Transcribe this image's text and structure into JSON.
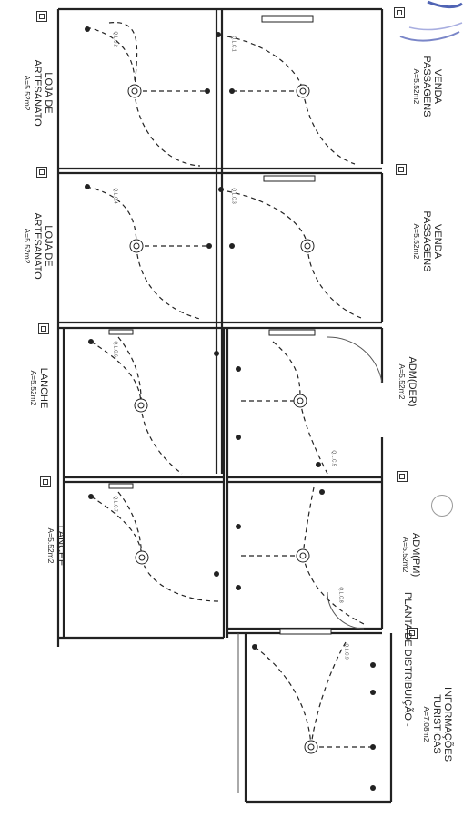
{
  "rooms": [
    {
      "id": "loja1",
      "name": "LOJA DE\nARTESANATO",
      "area": "A=5.52m2"
    },
    {
      "id": "venda1",
      "name": "VENDA\nPASSAGENS",
      "area": "A=5.52m2"
    },
    {
      "id": "loja2",
      "name": "LOJA DE\nARTESANATO",
      "area": "A=5.52m2"
    },
    {
      "id": "venda2",
      "name": "VENDA\nPASSAGENS",
      "area": "A=5.52m2"
    },
    {
      "id": "lanche1",
      "name": "LANCHE",
      "area": "A=5.52m2"
    },
    {
      "id": "adm_der",
      "name": "ADM(DER)",
      "area": "A=5.52m2"
    },
    {
      "id": "lanche2",
      "name": "LANCHE",
      "area": "A=5.52m2"
    },
    {
      "id": "adm_pm",
      "name": "ADM(PM)",
      "area": "A=5.52m2"
    },
    {
      "id": "info",
      "name": "INFORMAÇÕES\nTURISTICAS",
      "area": "A=7.08m2"
    }
  ],
  "title": "PLANTA DE DISTRIBUIÇÃO -",
  "panel_labels": {
    "qlc1": "Q.L.C.1",
    "qlc2": "Q.L.C.2",
    "qlc3": "Q.L.C.3",
    "qlc4": "Q.L.C.4",
    "qlc5": "Q.L.C.5",
    "qlc6": "Q.L.C.6",
    "qlc7": "Q.L.C.7",
    "qlc8": "Q.L.C.8",
    "qlc9": "Q.L.C.9"
  }
}
